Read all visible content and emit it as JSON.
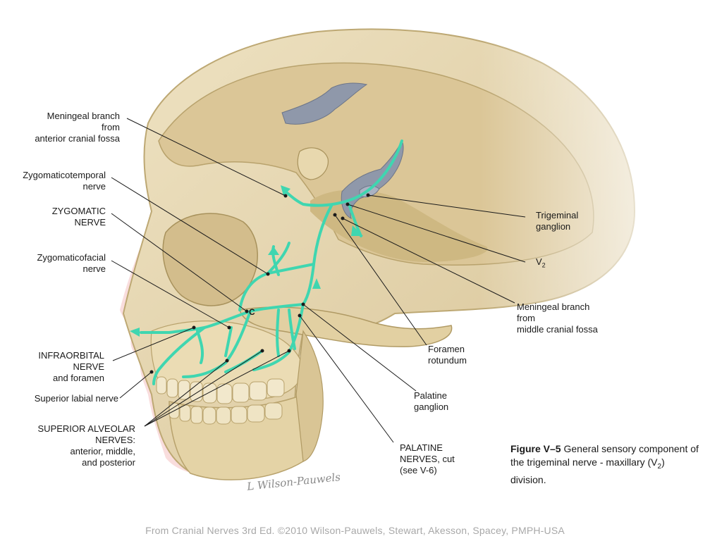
{
  "labels": {
    "meningeal_anterior": [
      "Meningeal branch",
      "from",
      "anterior cranial fossa"
    ],
    "zygomaticotemporal": [
      "Zygomaticotemporal",
      "nerve"
    ],
    "zygomatic": [
      "ZYGOMATIC",
      "NERVE"
    ],
    "zygomaticofacial": [
      "Zygomaticofacial",
      "nerve"
    ],
    "infraorbital": [
      "INFRAORBITAL",
      "NERVE",
      "and foramen"
    ],
    "superior_labial": [
      "Superior labial nerve"
    ],
    "superior_alveolar": [
      "SUPERIOR ALVEOLAR",
      "NERVES:",
      "anterior, middle,",
      "and posterior"
    ],
    "trigeminal_ganglion": [
      "Trigeminal",
      "ganglion"
    ],
    "v2_main": "V",
    "v2_sub": "2",
    "meningeal_middle": [
      "Meningeal branch",
      "from",
      "middle cranial fossa"
    ],
    "foramen_rotundum": [
      "Foramen",
      "rotundum"
    ],
    "palatine_ganglion": [
      "Palatine",
      "ganglion"
    ],
    "palatine_nerves": [
      "PALATINE",
      "NERVES, cut",
      "(see V-6)"
    ],
    "point_c": "C"
  },
  "caption": {
    "figure_label": "Figure V–5",
    "text_1": " General sensory component of the trigeminal nerve - maxillary (V",
    "text_sub": "2",
    "text_2": ") division."
  },
  "signature": "L Wilson-Pauwels",
  "credit": "From Cranial Nerves 3rd Ed. ©2010 Wilson-Pauwels, Stewart, Akesson, Spacey, PMPH-USA",
  "colors": {
    "bone": "#e6d6ac",
    "bone_shadow": "#c9b78a",
    "nerve": "#3fd6b0",
    "ganglion": "#8e97a8",
    "skin": "#f4c4c4",
    "leader": "#1a1a1a"
  }
}
